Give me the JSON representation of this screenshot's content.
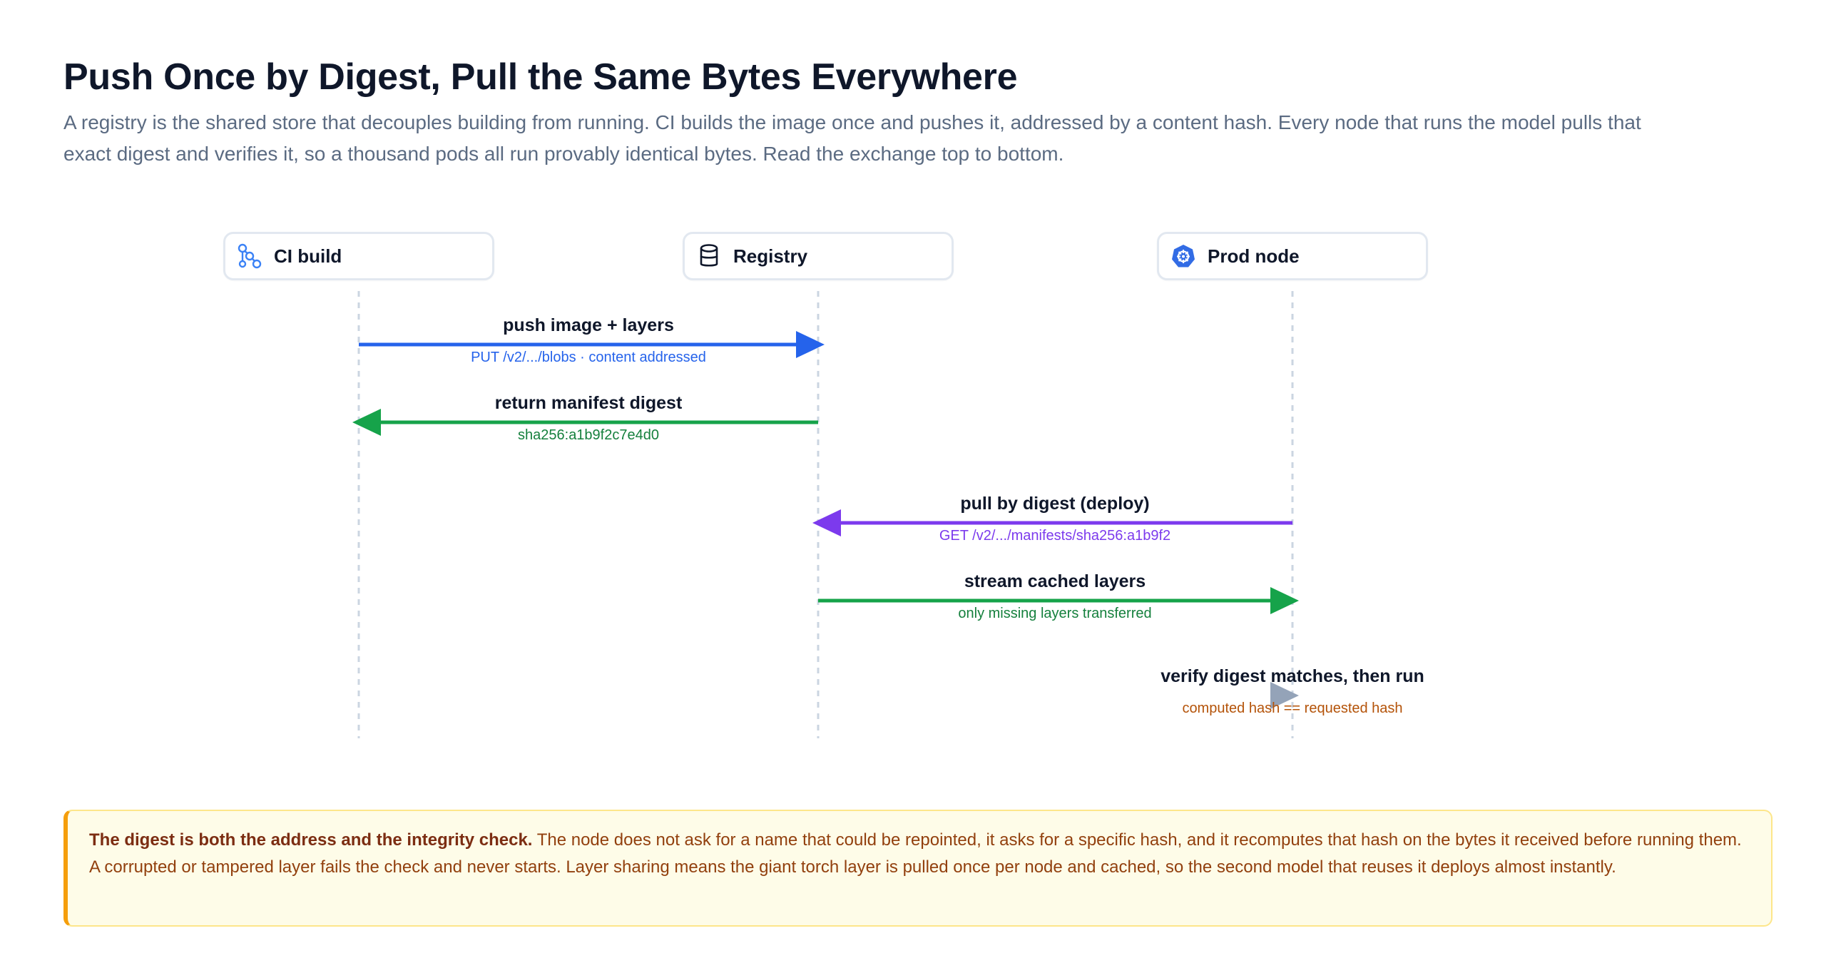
{
  "header": {
    "title": "Push Once by Digest, Pull the Same Bytes Everywhere",
    "subtitle": "A registry is the shared store that decouples building from running. CI builds the image once and pushes it, addressed by a content hash. Every node that runs the model pulls that exact digest and verifies it, so a thousand pods all run provably identical bytes. Read the exchange top to bottom."
  },
  "participants": [
    {
      "label": "CI build",
      "icon": "workflow-icon"
    },
    {
      "label": "Registry",
      "icon": "database-icon"
    },
    {
      "label": "Prod node",
      "icon": "kubernetes-icon"
    }
  ],
  "messages": [
    {
      "label": "push image + layers",
      "sub": "PUT /v2/.../blobs · content addressed",
      "from": "CI build",
      "to": "Registry",
      "color": "#2563eb"
    },
    {
      "label": "return manifest digest",
      "sub": "sha256:a1b9f2c7e4d0",
      "from": "Registry",
      "to": "CI build",
      "color": "#16a34a"
    },
    {
      "label": "pull by digest (deploy)",
      "sub": "GET /v2/.../manifests/sha256:a1b9f2",
      "from": "Prod node",
      "to": "Registry",
      "color": "#7c3aed"
    },
    {
      "label": "stream cached layers",
      "sub": "only missing layers transferred",
      "from": "Registry",
      "to": "Prod node",
      "color": "#16a34a"
    },
    {
      "label": "verify digest matches, then run",
      "sub": "computed hash == requested hash",
      "from": "Prod node",
      "to": "Prod node",
      "color": "#94a3b8",
      "sub_color": "#b45309"
    }
  ],
  "callout": {
    "lead": "The digest is both the address and the integrity check.",
    "body": " The node does not ask for a name that could be repointed, it asks for a specific hash, and it recomputes that hash on the bytes it received before running them. A corrupted or tampered layer fails the check and never starts. Layer sharing means the giant torch layer is pulled once per node and cached, so the second model that reuses it deploys almost instantly."
  },
  "colors": {
    "push": "#2563eb",
    "return": "#16a34a",
    "pull": "#7c3aed",
    "stream": "#16a34a",
    "self": "#94a3b8",
    "accent_border": "#f59e0b",
    "callout_bg": "#fefce8"
  }
}
